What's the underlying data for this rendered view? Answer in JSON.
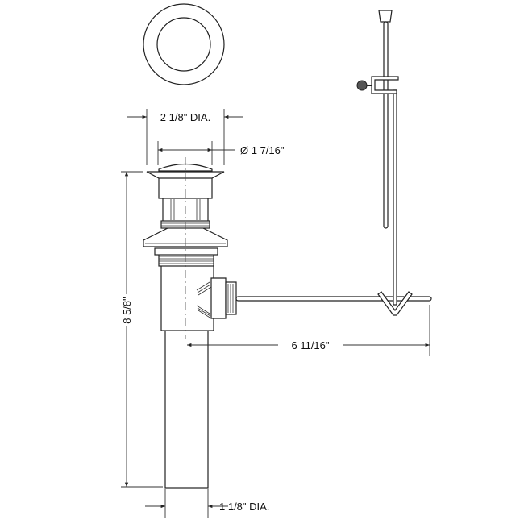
{
  "drawing": {
    "dimensions": {
      "flange_diameter": "2 1/8\" DIA.",
      "cap_diameter": "Ø 1 7/16\"",
      "overall_height": "8 5/8\"",
      "rod_length": "6 11/16\"",
      "tailpiece_diameter": "1 1/8\" DIA."
    },
    "line_color": "#222222",
    "background": "#ffffff"
  }
}
